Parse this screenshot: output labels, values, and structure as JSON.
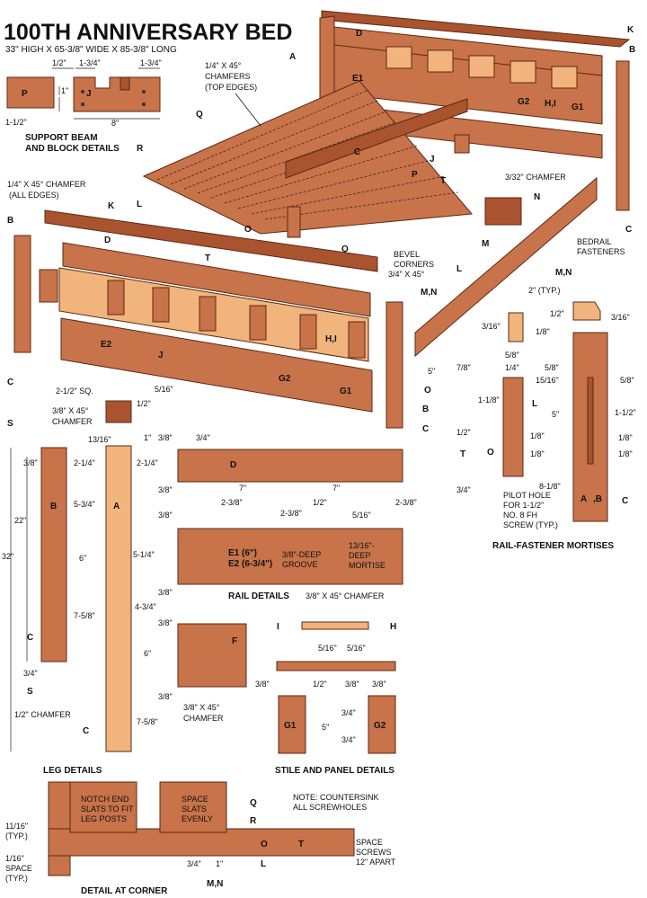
{
  "title": "100TH ANNIVERSARY BED",
  "subtitle": "33\" HIGH X 65-3/8\" WIDE X 85-3/8\" LONG",
  "section_titles": {
    "support_beam": "SUPPORT BEAM",
    "and_block": "AND BLOCK DETAILS",
    "leg_details": "LEG DETAILS",
    "rail_details": "RAIL DETAILS",
    "stile_panel": "STILE AND PANEL DETAILS",
    "rail_fastener": "RAIL-FASTENER MORTISES",
    "detail_corner": "DETAIL AT CORNER"
  },
  "callouts": {
    "chamfer_top_1": "1/4\" X 45°",
    "chamfer_top_2": "CHAMFERS",
    "chamfer_top_3": "(TOP EDGES)",
    "chamfer_all_1": "1/4\" X 45° CHAMFER",
    "chamfer_all_2": "(ALL EDGES)",
    "bevel_1": "BEVEL",
    "bevel_2": "CORNERS",
    "bevel_3": "3/4\" X 45°",
    "chamfer_332": "3/32\" CHAMFER",
    "bedrail_1": "BEDRAIL",
    "bedrail_2": "FASTENERS",
    "two_typ": "2\" (TYP.)",
    "leg_chamfer_1": "3/8\" X 45°",
    "leg_chamfer_2": "CHAMFER",
    "half_chamfer": "1/2\" CHAMFER",
    "two_half_sq": "2-1/2\" SQ.",
    "groove_1": "3/8\"-DEEP",
    "groove_2": "GROOVE",
    "mortise_1": "13/16\"-",
    "mortise_2": "DEEP",
    "mortise_3": "MORTISE",
    "rail_chamfer": "3/8\" X 45° CHAMFER",
    "f_chamfer_1": "3/8\" X 45°",
    "f_chamfer_2": "CHAMFER",
    "pilot_1": "PILOT HOLE",
    "pilot_2": "FOR 1-1/2\"",
    "pilot_3": "NO. 8 FH",
    "pilot_4": "SCREW (TYP.)",
    "notch_1": "NOTCH END",
    "notch_2": "SLATS TO FIT",
    "notch_3": "LEG POSTS",
    "space_1": "SPACE",
    "space_2": "SLATS",
    "space_3": "EVENLY",
    "note_1": "NOTE: COUNTERSINK",
    "note_2": "ALL SCREWHOLES",
    "screws_1": "SPACE",
    "screws_2": "SCREWS",
    "screws_3": "12\" APART",
    "e1": "E1 (6\")",
    "e2": "E2 (6-3/4\")",
    "space_116_1": "1/16\"",
    "space_116_2": "SPACE",
    "space_116_3": "(TYP.)",
    "t1116_1": "11/16\"",
    "t1116_2": "(TYP.)"
  },
  "part_letters": {
    "A": "A",
    "B": "B",
    "C": "C",
    "D": "D",
    "E1": "E1",
    "E2": "E2",
    "F": "F",
    "G1": "G1",
    "G2": "G2",
    "HI": "H,I",
    "H": "H",
    "I": "I",
    "J": "J",
    "K": "K",
    "L": "L",
    "M": "M",
    "MN": "M,N",
    "N": "N",
    "O": "O",
    "P": "P",
    "Q": "Q",
    "R": "R",
    "S": "S",
    "T": "T"
  },
  "dims": {
    "d12": "1/2\"",
    "d134": "1-3/4\"",
    "d1": "1\"",
    "d112": "1-1/2\"",
    "d8": "8\"",
    "d516": "5/16\"",
    "d38": "3/8\"",
    "d34": "3/4\"",
    "d1316": "13/16\"",
    "d214": "2-1/4\"",
    "d534": "5-3/4\"",
    "d6": "6\"",
    "d758": "7-5/8\"",
    "d22": "22\"",
    "d32": "32\"",
    "d514": "5-1/4\"",
    "d434": "4-3/4\"",
    "d7": "7\"",
    "d238": "2-3/8\"",
    "d316": "3/16\"",
    "d18": "1/8\"",
    "d58": "5/8\"",
    "d14": "1/4\"",
    "d1516": "15/16\"",
    "d118": "1-1/8\"",
    "d78": "7/8\"",
    "d5": "5\"",
    "d818": "8-1/8\"",
    "d11": "1\"",
    "d5q": "5\""
  }
}
